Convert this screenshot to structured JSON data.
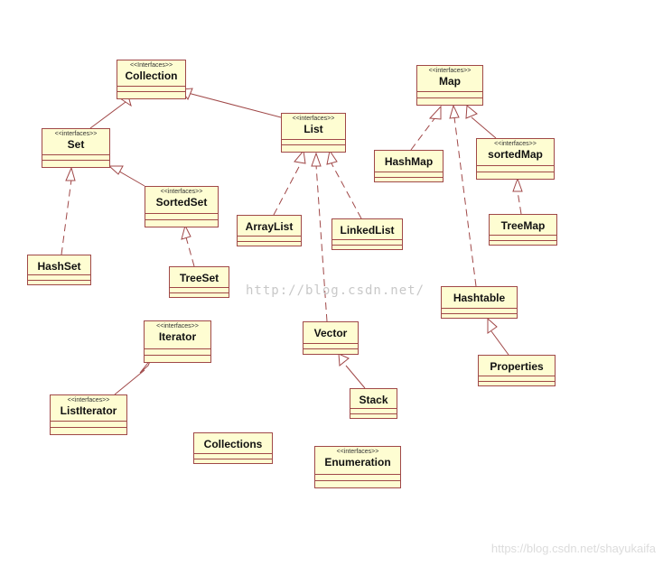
{
  "watermarks": {
    "center": "http://blog.csdn.net/",
    "corner": "https://blog.csdn.net/shayukaifa"
  },
  "colors": {
    "box_fill": "#fefdd2",
    "box_border": "#a04848",
    "line": "#a04848"
  },
  "nodes": {
    "collection": {
      "stereotype": "<<Interfaces>>",
      "name": "Collection"
    },
    "set": {
      "stereotype": "<<interfaces>>",
      "name": "Set"
    },
    "list": {
      "stereotype": "<<interfaces>>",
      "name": "List"
    },
    "sortedset": {
      "stereotype": "<<interfaces>>",
      "name": "SortedSet"
    },
    "hashset": {
      "name": "HashSet"
    },
    "treeset": {
      "name": "TreeSet"
    },
    "arraylist": {
      "name": "ArrayList"
    },
    "linkedlist": {
      "name": "LinkedList"
    },
    "vector": {
      "name": "Vector"
    },
    "stack": {
      "name": "Stack"
    },
    "map": {
      "stereotype": "<<interfaces>>",
      "name": "Map"
    },
    "hashmap": {
      "name": "HashMap"
    },
    "sortedmap": {
      "stereotype": "<<interfaces>>",
      "name": "sortedMap"
    },
    "treemap": {
      "name": "TreeMap"
    },
    "hashtable": {
      "name": "Hashtable"
    },
    "properties": {
      "name": "Properties"
    },
    "iterator": {
      "stereotype": "<<interfaces>>",
      "name": "Iterator"
    },
    "listiterator": {
      "stereotype": "<<interfaces>>",
      "name": "ListIterator"
    },
    "collections": {
      "name": "Collections"
    },
    "enumeration": {
      "stereotype": "<<interfaces>>",
      "name": "Enumeration"
    }
  }
}
